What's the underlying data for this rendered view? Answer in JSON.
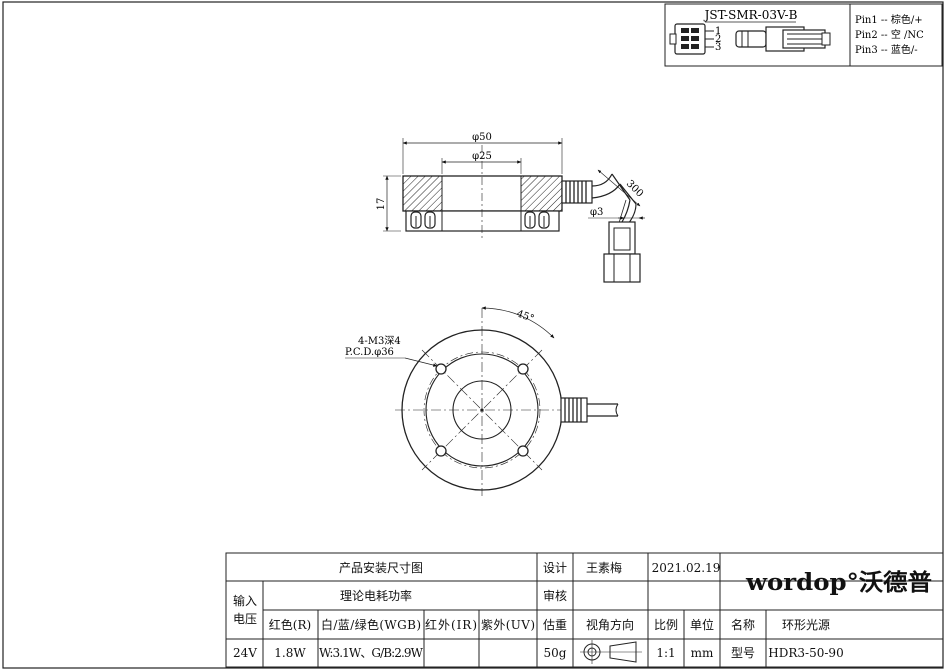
{
  "connector": {
    "model": "JST-SMR-03V-B",
    "pin_numbers": [
      "1",
      "2",
      "3"
    ],
    "pins": [
      "Pin1 -- 棕色/+",
      "Pin2 -- 空 /NC",
      "Pin3 -- 蓝色/-"
    ]
  },
  "side_view": {
    "dim_outer": "φ50",
    "dim_inner": "φ25",
    "dim_height": "17",
    "dim_cable_length": "300",
    "dim_cable_dia": "φ3"
  },
  "top_view": {
    "angle": "45°",
    "hole_note": "4-M3深4",
    "pcd_note": "P.C.D.φ36"
  },
  "title_block": {
    "drawing_title": "产品安装尺寸图",
    "design_label": "设计",
    "designer": "王素梅",
    "date": "2021.02.19",
    "review_label": "审核",
    "input_voltage_label": "输入电压",
    "power_label": "理论电耗功率",
    "col_red": "红色(R)",
    "col_wgb": "白/蓝/绿色(WGB)",
    "col_ir": "红外(IR)",
    "col_uv": "紫外(UV)",
    "weight_label": "估重",
    "view_label": "视角方向",
    "scale_label": "比例",
    "unit_label": "单位",
    "name_label": "名称",
    "name_value": "环形光源",
    "voltage": "24V",
    "red_power": "1.8W",
    "wgb_power": "W:3.1W、G/B:2.9W",
    "weight": "50g",
    "scale": "1:1",
    "unit": "mm",
    "model_label": "型号",
    "model_value": "HDR3-50-90",
    "logo_text": "wordop°沃德普"
  }
}
